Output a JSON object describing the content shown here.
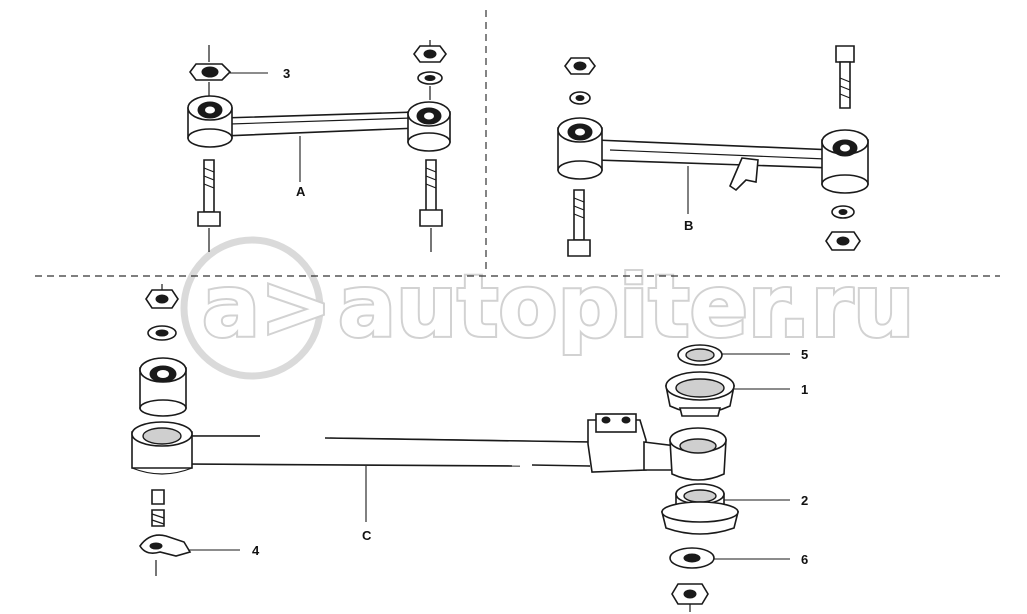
{
  "diagram": {
    "watermark_text": "autopiter.ru",
    "labels": {
      "assembly_a": "A",
      "assembly_b": "B",
      "assembly_c": "C",
      "part_1": "1",
      "part_2": "2",
      "part_3": "3",
      "part_4": "4",
      "part_5": "5",
      "part_6": "6"
    }
  }
}
